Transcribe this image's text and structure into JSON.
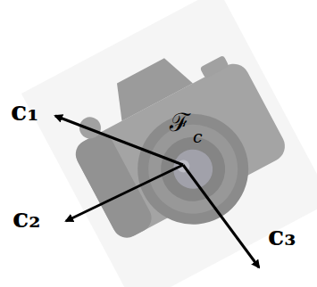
{
  "diagram": {
    "labels": [
      "c₁",
      "c₂",
      "c₃",
      "ℱ",
      "c"
    ]
  }
}
